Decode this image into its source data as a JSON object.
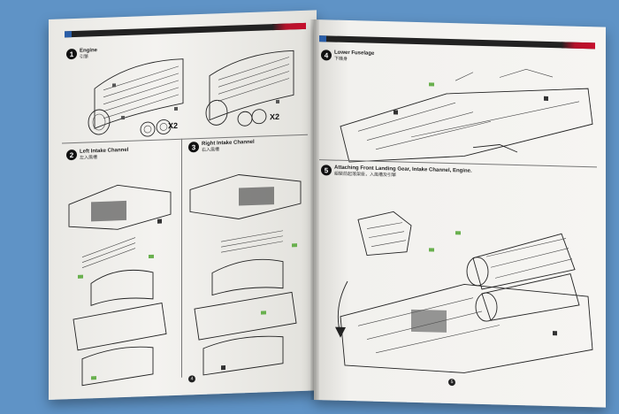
{
  "photo": {
    "background_color": "#5f93c6",
    "paper_color": "#f2f1ee"
  },
  "left_page": {
    "steps": [
      {
        "number": "1",
        "title": "Engine",
        "subtitle": "引擎"
      },
      {
        "number": "2",
        "title": "Left Intake Channel",
        "subtitle": "左入風槽"
      },
      {
        "number": "3",
        "title": "Right Intake Channel",
        "subtitle": "右入風槽"
      }
    ],
    "multipliers": [
      "X2",
      "X2"
    ],
    "page_number": "4"
  },
  "right_page": {
    "steps": [
      {
        "number": "4",
        "title": "Lower Fuselage",
        "subtitle": "下機身"
      },
      {
        "number": "5",
        "title": "Attaching Front Landing Gear, Intake Channel, Engine.",
        "subtitle": "組裝前起落架座，入風槽及引擎"
      }
    ],
    "page_number": "5"
  },
  "colors": {
    "accent_red": "#c8102e",
    "brand_blue": "#2a5ea8",
    "part_tag_green": "#69b04e"
  }
}
